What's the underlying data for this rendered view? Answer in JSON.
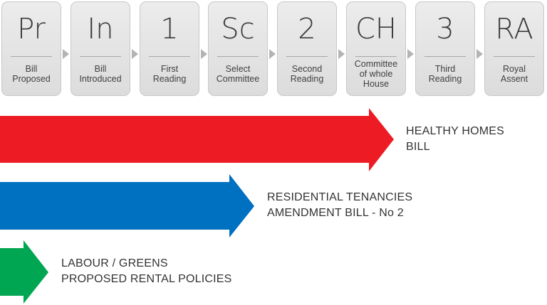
{
  "stages": [
    {
      "abbr": "Pr",
      "name": "Bill\nProposed"
    },
    {
      "abbr": "In",
      "name": "Bill\nIntroduced"
    },
    {
      "abbr": "1",
      "name": "First\nReading"
    },
    {
      "abbr": "Sc",
      "name": "Select\nCommittee"
    },
    {
      "abbr": "2",
      "name": "Second\nReading"
    },
    {
      "abbr": "CH",
      "name": "Committee\nof whole\nHouse"
    },
    {
      "abbr": "3",
      "name": "Third\nReading"
    },
    {
      "abbr": "RA",
      "name": "Royal\nAssent"
    }
  ],
  "bills": [
    {
      "label": "HEALTHY HOMES\nBILL",
      "color": "#ed1c24",
      "stage_reached": "Committee of whole House"
    },
    {
      "label": "RESIDENTIAL TENANCIES\nAMENDMENT BILL - No 2",
      "color": "#0070c0",
      "stage_reached": "Select Committee"
    },
    {
      "label": "LABOUR / GREENS\nPROPOSED RENTAL POLICIES",
      "color": "#00a651",
      "stage_reached": "Bill Proposed"
    }
  ]
}
